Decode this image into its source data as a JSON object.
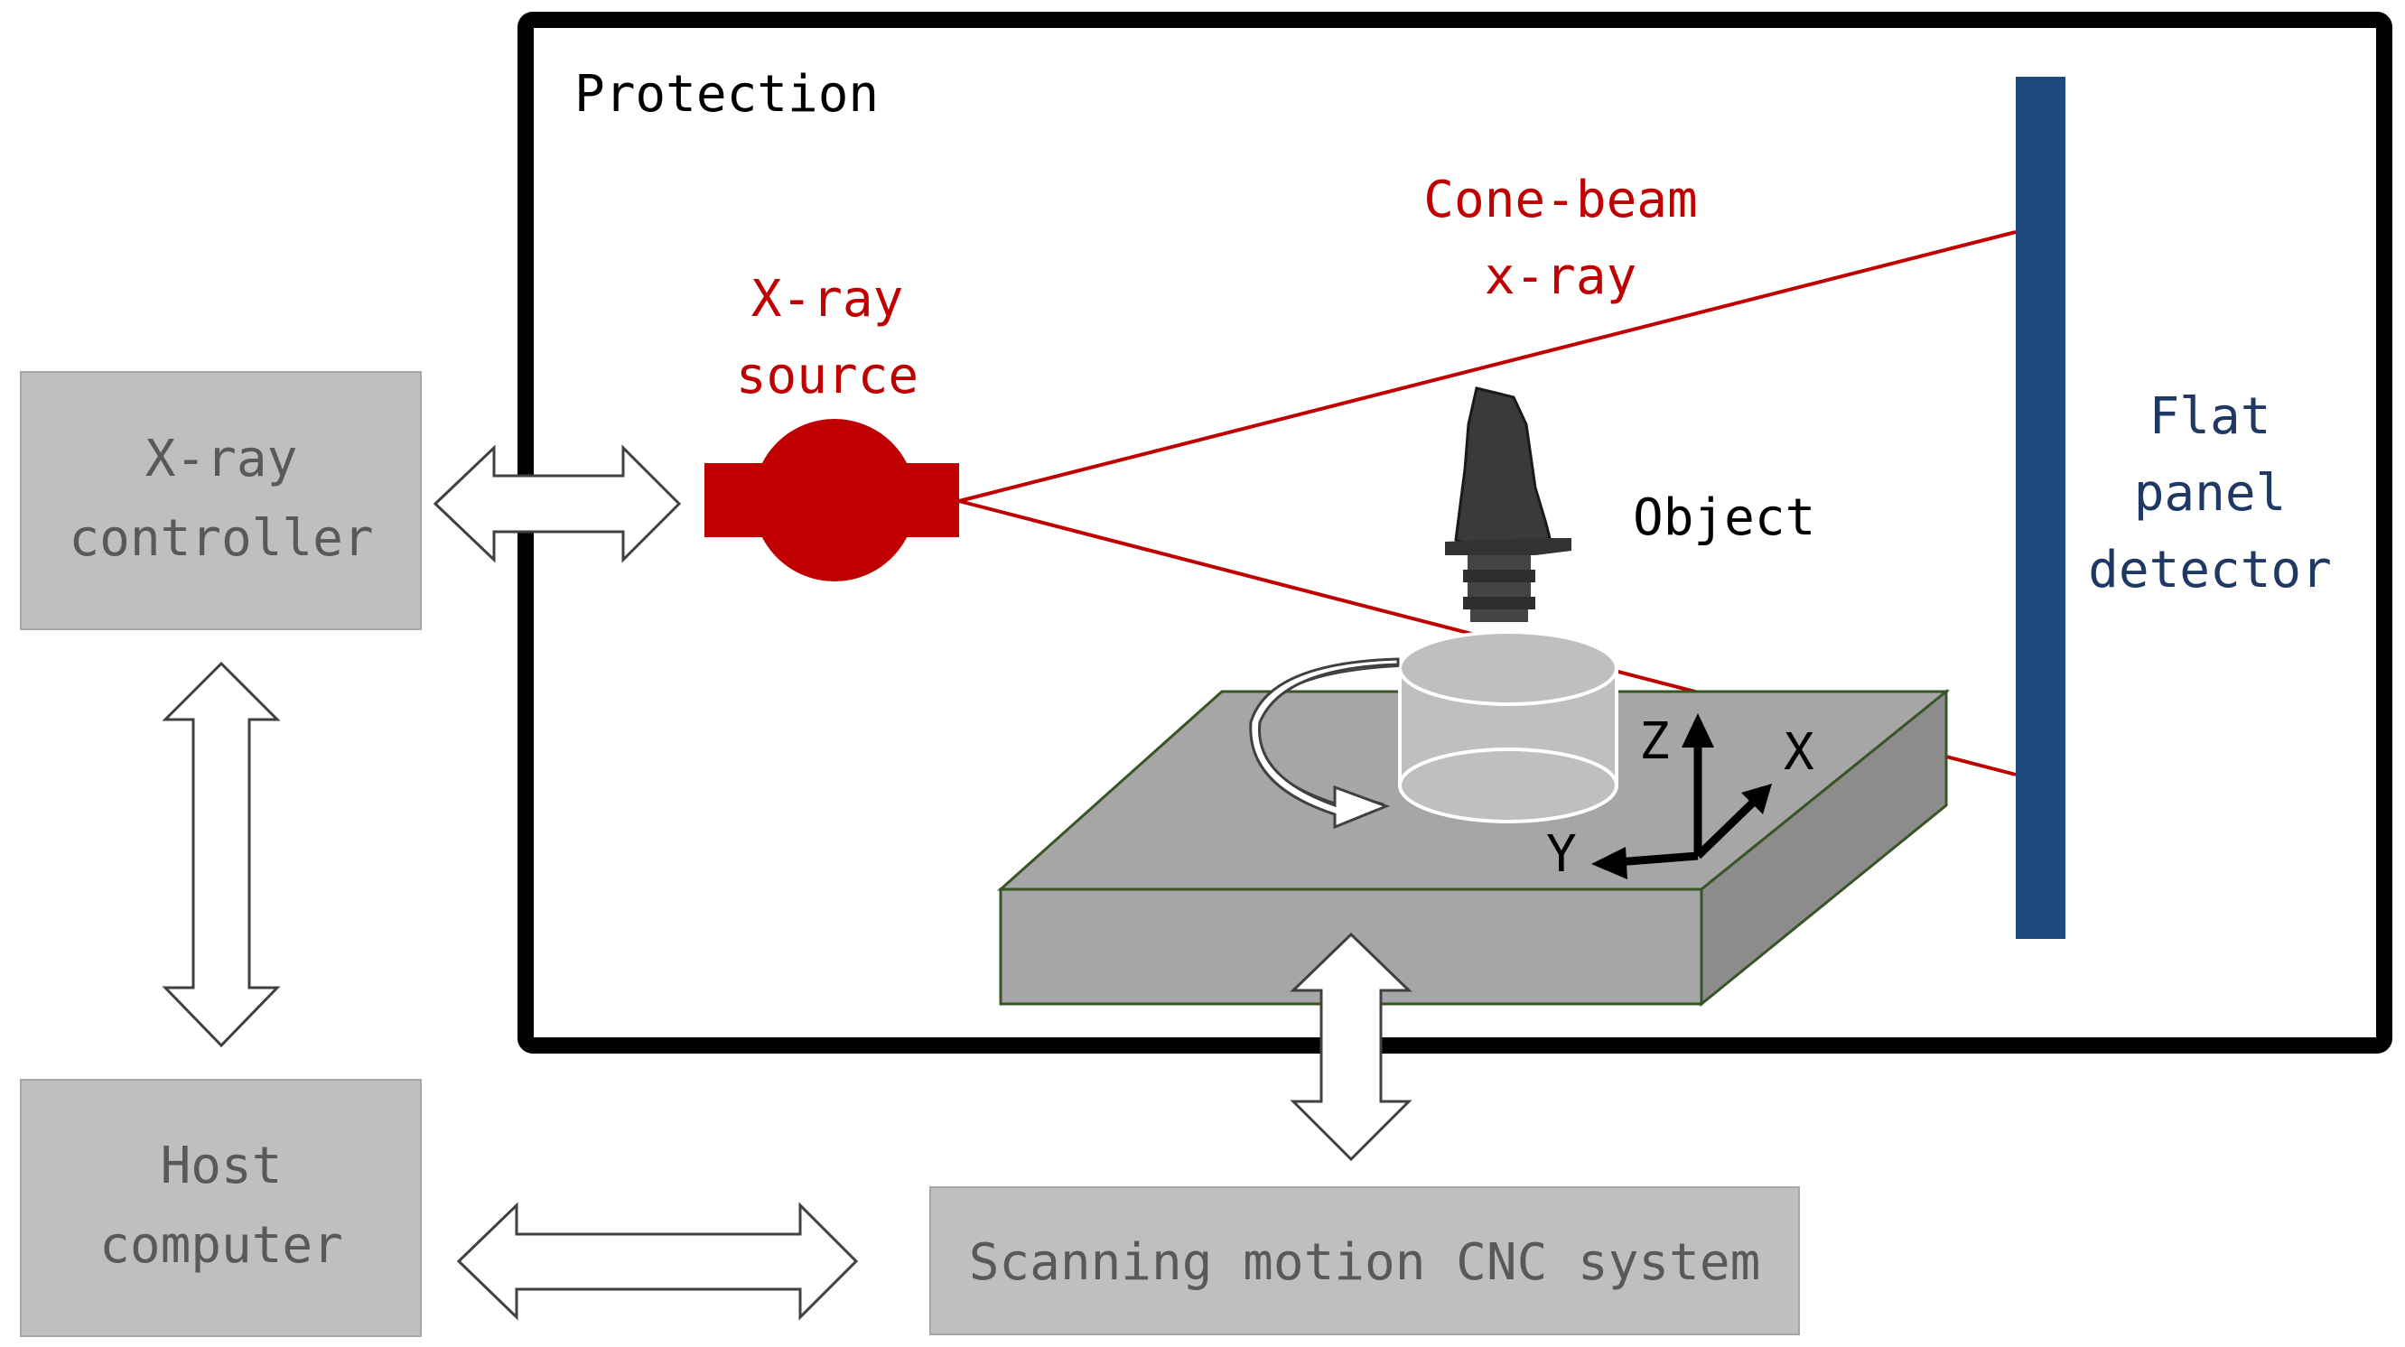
{
  "labels": {
    "protection": "Protection",
    "xray_source_line1": "X-ray",
    "xray_source_line2": "source",
    "cone_beam_line1": "Cone-beam",
    "cone_beam_line2": "x-ray",
    "object": "Object",
    "detector_line1": "Flat",
    "detector_line2": "panel",
    "detector_line3": "detector",
    "xray_controller_line1": "X-ray",
    "xray_controller_line2": "controller",
    "host_computer_line1": "Host",
    "host_computer_line2": "computer",
    "cnc_system": "Scanning motion CNC system",
    "axis_x": "X",
    "axis_y": "Y",
    "axis_z": "Z"
  },
  "colors": {
    "frame": "#000000",
    "source_red": "#c00000",
    "beam_red": "#c00000",
    "detector_blue": "#1f497d",
    "box_gray": "#bfbfbf",
    "box_text_gray": "#595959",
    "stage_top": "#a6a6a6",
    "stage_side": "#8c8c8c",
    "stage_edge": "#375623"
  }
}
